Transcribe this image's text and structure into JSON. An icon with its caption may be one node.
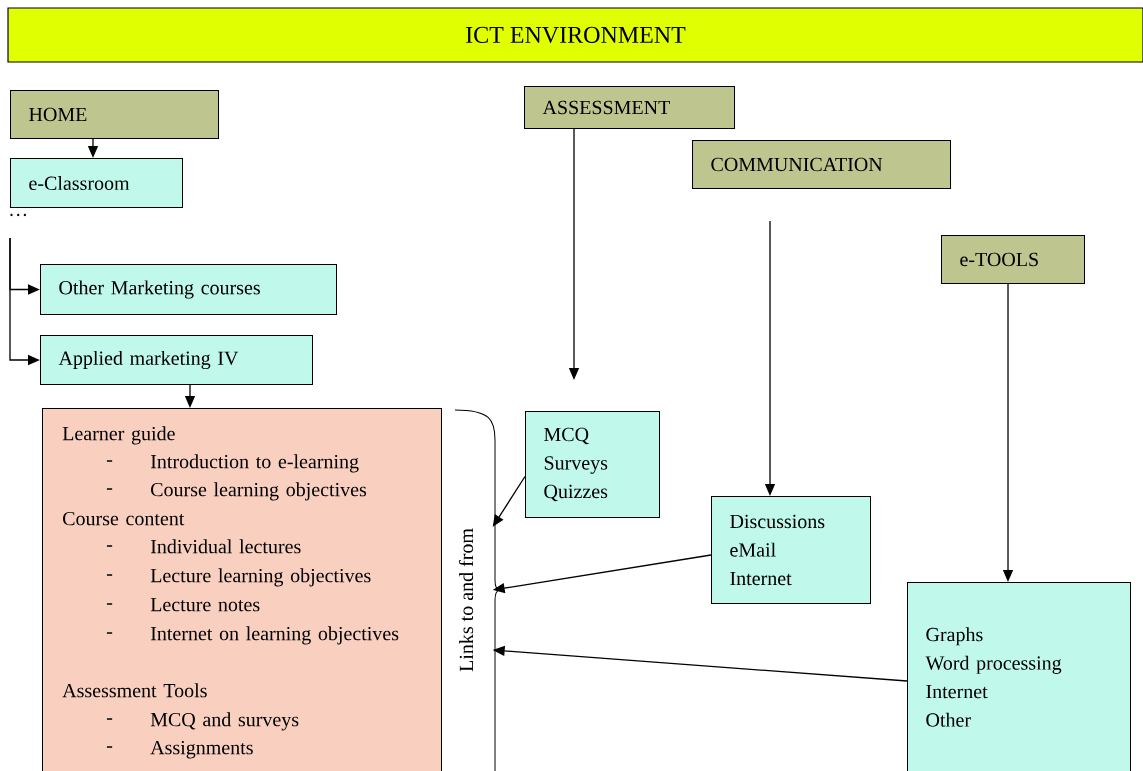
{
  "diagram": {
    "title": "ICT ENVIRONMENT",
    "nodes": [
      {
        "text": [
          "HOME"
        ]
      },
      {
        "text": [
          "e-Classroom"
        ]
      },
      {
        "text": [
          "Other Marketing courses"
        ]
      },
      {
        "text": [
          "Applied marketing IV"
        ]
      },
      {
        "text": [
          "Learner guide",
          "Introduction to e-learning",
          "Course learning objectives",
          "Course content",
          "Individual lectures",
          "Lecture learning objectives",
          "Lecture notes",
          "Internet on learning objectives",
          "Assessment Tools",
          "MCQ and surveys",
          "Assignments"
        ]
      },
      {
        "text": [
          "ASSESSMENT"
        ]
      },
      {
        "text": [
          "COMMUNICATION"
        ]
      },
      {
        "text": [
          "e-TOOLS"
        ]
      },
      {
        "text": [
          "Links to and from"
        ]
      },
      {
        "text": [
          "MCQ",
          "Surveys",
          "Quizzes"
        ]
      },
      {
        "text": [
          "Discussions",
          "eMail",
          "Internet"
        ]
      },
      {
        "text": [
          "Graphs",
          "Word processing",
          "Internet",
          "Other"
        ]
      }
    ],
    "edges": [
      {
        "from": 0,
        "to": 1,
        "arrow": "to"
      },
      {
        "from": null,
        "to": 2,
        "arrow": "to"
      },
      {
        "from": null,
        "to": 3,
        "arrow": "to"
      },
      {
        "from": 3,
        "to": 4,
        "arrow": "to"
      },
      {
        "from": 5,
        "to": 9,
        "arrow": "to"
      },
      {
        "from": 6,
        "to": 10,
        "arrow": "to"
      },
      {
        "from": 7,
        "to": 11,
        "arrow": "to"
      },
      {
        "from": 9,
        "to": 8,
        "arrow": "to"
      },
      {
        "from": 10,
        "to": 8,
        "arrow": "to"
      },
      {
        "from": 11,
        "to": 8,
        "arrow": "to"
      }
    ],
    "labels": [
      "…",
      "-",
      "-",
      "-",
      "-",
      "-",
      "-",
      "-",
      "-"
    ]
  }
}
